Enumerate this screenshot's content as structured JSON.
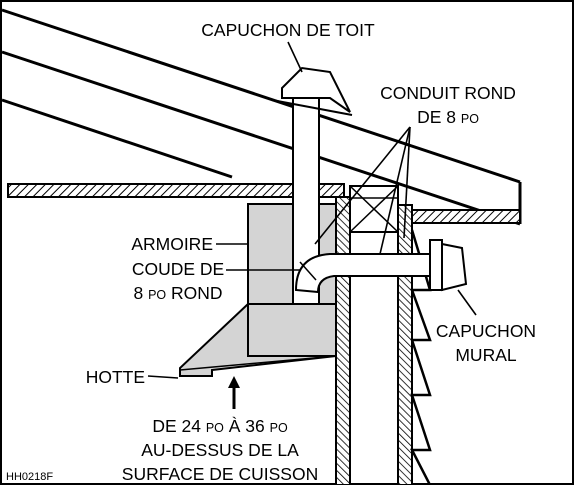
{
  "diagram_code": "HH0218F",
  "labels": {
    "roof_cap": "CAPUCHON DE TOIT",
    "round_duct": {
      "line1": "CONDUIT ROND",
      "line2_pre": "DE 8 ",
      "line2_unit": "PO"
    },
    "cabinet": "ARMOIRE",
    "elbow": {
      "line1": "COUDE DE",
      "line2_pre": "8 ",
      "line2_unit": "PO",
      "line2_post": " ROND"
    },
    "wall_cap": {
      "line1": "CAPUCHON",
      "line2": "MURAL"
    },
    "hood": "HOTTE",
    "clearance": {
      "line1_a": "DE 24 ",
      "line1_unit1": "PO",
      "line1_b": " À 36 ",
      "line1_unit2": "PO",
      "line2": "AU-DESSUS DE LA",
      "line3": "SURFACE DE CUISSON"
    }
  }
}
